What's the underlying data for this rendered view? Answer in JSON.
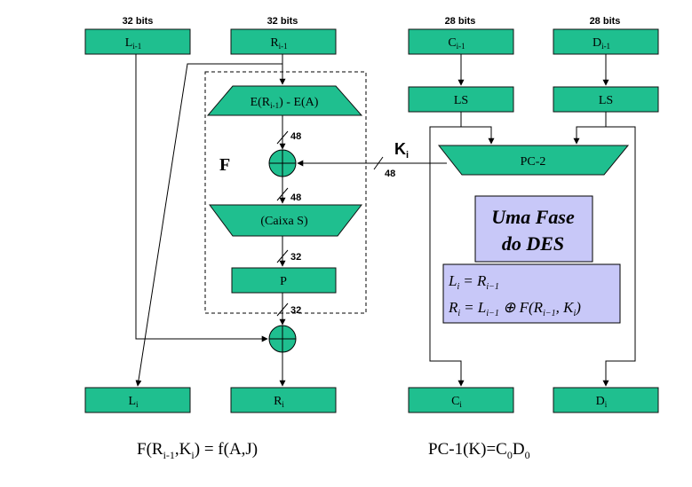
{
  "bits": {
    "l": "32 bits",
    "r": "32 bits",
    "c": "28 bits",
    "d": "28 bits"
  },
  "boxes": {
    "l_prev": {
      "main": "L",
      "sub": "i-1"
    },
    "r_prev": {
      "main": "R",
      "sub": "i-1"
    },
    "c_prev": {
      "main": "C",
      "sub": "i-1"
    },
    "d_prev": {
      "main": "D",
      "sub": "i-1"
    },
    "ls_left": "LS",
    "ls_right": "LS",
    "expansion": {
      "pre": "E(R",
      "sub": "i-1",
      "post": ") - E(A)"
    },
    "pc2": "PC-2",
    "sbox": "(Caixa S)",
    "p": "P",
    "l_new": {
      "main": "L",
      "sub": "i"
    },
    "r_new": {
      "main": "R",
      "sub": "i"
    },
    "c_new": {
      "main": "C",
      "sub": "i"
    },
    "d_new": {
      "main": "D",
      "sub": "i"
    }
  },
  "wire_labels": {
    "w1": "48",
    "w2": "48",
    "w3": "32",
    "w4": "32",
    "key": "48"
  },
  "f_label": "F",
  "k_label": {
    "main": "K",
    "sub": "i"
  },
  "title_box": {
    "line1": "Uma Fase",
    "line2": "do DES"
  },
  "equations": {
    "eq1": {
      "lhs": "L",
      "lhs_sub": "i",
      "rhs": "= R",
      "rhs_sub": "i−1"
    },
    "eq2": {
      "lhs": "R",
      "lhs_sub": "i",
      "p1": "= L",
      "p1_sub": "i−1",
      "p2": " ⊕ F(R",
      "p2_sub": "i−1",
      "p3": ", K",
      "p3_sub": "i",
      "p4": ")"
    }
  },
  "footer": {
    "left": {
      "a": "F(R",
      "a_sub": "i-1",
      "b": ",K",
      "b_sub": "i",
      "c": ") = f(A,J)"
    },
    "right": {
      "a": "PC-1(K)=C",
      "a_sub": "0",
      "b": "D",
      "b_sub": "0"
    }
  },
  "colors": {
    "box_fill": "#1fbf8f",
    "title_fill": "#c8c8f8"
  }
}
